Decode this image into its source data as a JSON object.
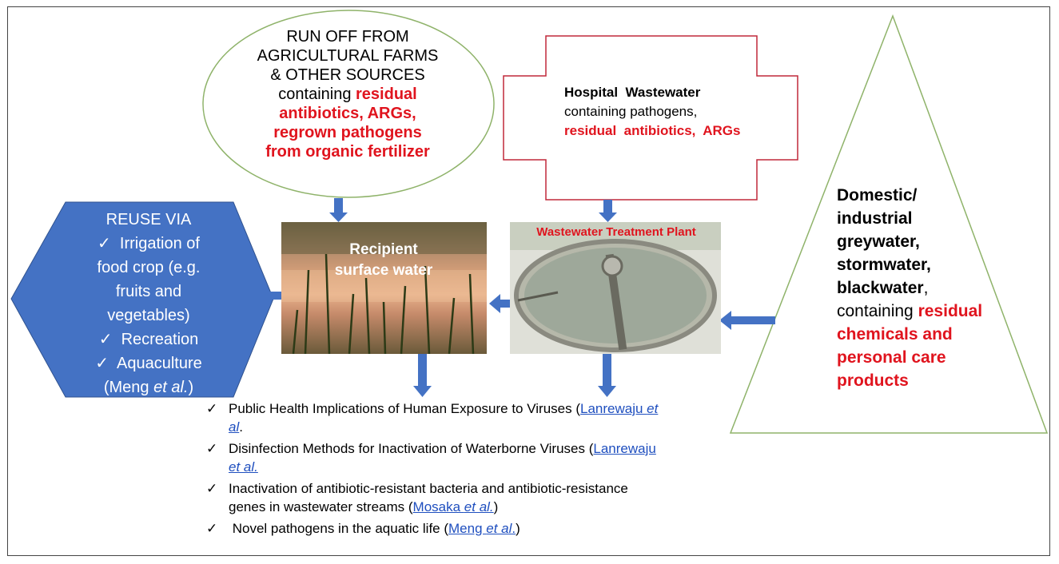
{
  "runoff": {
    "line1": "RUN OFF FROM",
    "line2": "AGRICULTURAL FARMS",
    "line3": "& OTHER SOURCES",
    "line4_plain": "containing ",
    "line4_red": "residual",
    "line5": "antibiotics, ARGs,",
    "line6": "regrown pathogens",
    "line7": "from organic fertilizer"
  },
  "hospital": {
    "title": "Hospital  Wastewater",
    "line2": "containing pathogens,",
    "line3": "residual  antibiotics,  ARGs"
  },
  "domestic": {
    "line1": "Domestic/",
    "line2": "industrial",
    "line3": "greywater,",
    "line4": "stormwater,",
    "line5": "blackwater",
    "comma": ",",
    "line6_plain": "containing ",
    "line6_red": "residual",
    "line7": "chemicals and",
    "line8": "personal care",
    "line9": "products"
  },
  "reuse": {
    "heading": "REUSE VIA",
    "check": "✓",
    "item1a": "Irrigation of",
    "item1b": "food crop (e.g.",
    "item1c": "fruits and",
    "item1d": "vegetables)",
    "item2": "Recreation",
    "item3": "Aquaculture",
    "item4_pre": "(Meng ",
    "item4_em": "et al.",
    "item4_post": ")"
  },
  "photos": {
    "water_label_1": "Recipient",
    "water_label_2": "surface water",
    "plant_label": "Wastewater Treatment Plant"
  },
  "bullets": {
    "check": "✓",
    "b1_text": "Public Health Implications of Human Exposure to Viruses (",
    "b1_link_a": "Lanrewaju ",
    "b1_link_em": "et",
    "b1_line2_em": "al",
    "b1_line2_post": ".",
    "b2_text": "Disinfection Methods for Inactivation of Waterborne Viruses (",
    "b2_link_a": "Lanrewaju",
    "b2_line2_em": "et al.",
    "b3_text": "Inactivation of antibiotic-resistant bacteria and antibiotic-resistance",
    "b3_line2_pre": "genes in wastewater streams (",
    "b3_link_a": "Mosaka ",
    "b3_link_em": "et al.",
    "b3_post": ")",
    "b4_text": " Novel pathogens in the aquatic life (",
    "b4_link_a": "Meng ",
    "b4_link_em": "et al",
    "b4_link_post": ".",
    "b4_post": ")"
  },
  "colors": {
    "red": "#e0141e",
    "blue": "#4472c4",
    "green_outline": "#8fb36a",
    "maroon_outline": "#c0283a",
    "link": "#1f4fbf"
  }
}
